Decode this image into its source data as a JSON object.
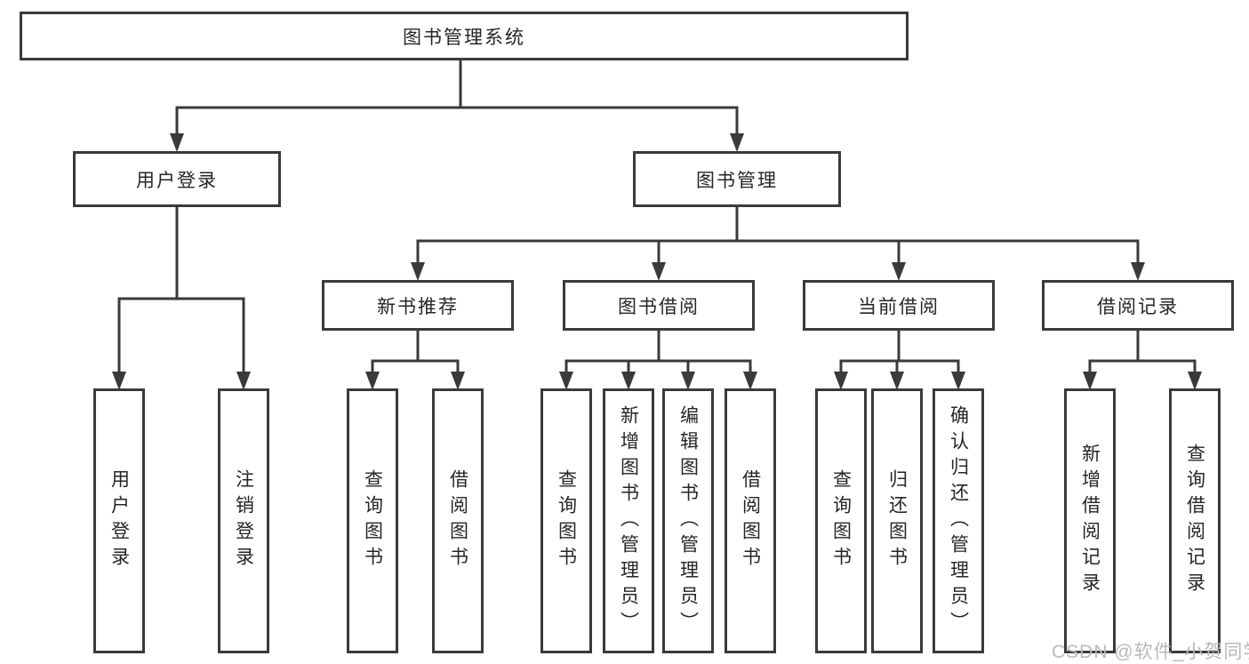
{
  "diagram": {
    "root": "图书管理系统",
    "level2": [
      "用户登录",
      "图书管理"
    ],
    "level3": [
      "新书推荐",
      "图书借阅",
      "当前借阅",
      "借阅记录"
    ],
    "leaves": {
      "user_login": [
        "用户登录",
        "注销登录"
      ],
      "new_book_recommend": [
        "查询图书",
        "借阅图书"
      ],
      "book_borrow": [
        "查询图书",
        "新增图书（管理员）",
        "编辑图书（管理员）",
        "借阅图书"
      ],
      "current_borrow": [
        "查询图书",
        "归还图书",
        "确认归还（管理员）"
      ],
      "borrow_records": [
        "新增借阅记录",
        "查询借阅记录"
      ]
    }
  },
  "watermark": "CSDN @软件_小贺同学",
  "colors": {
    "line": "#3a3a3a",
    "text": "#262626",
    "watermark": "#b9b9b9",
    "background": "#ffffff"
  }
}
